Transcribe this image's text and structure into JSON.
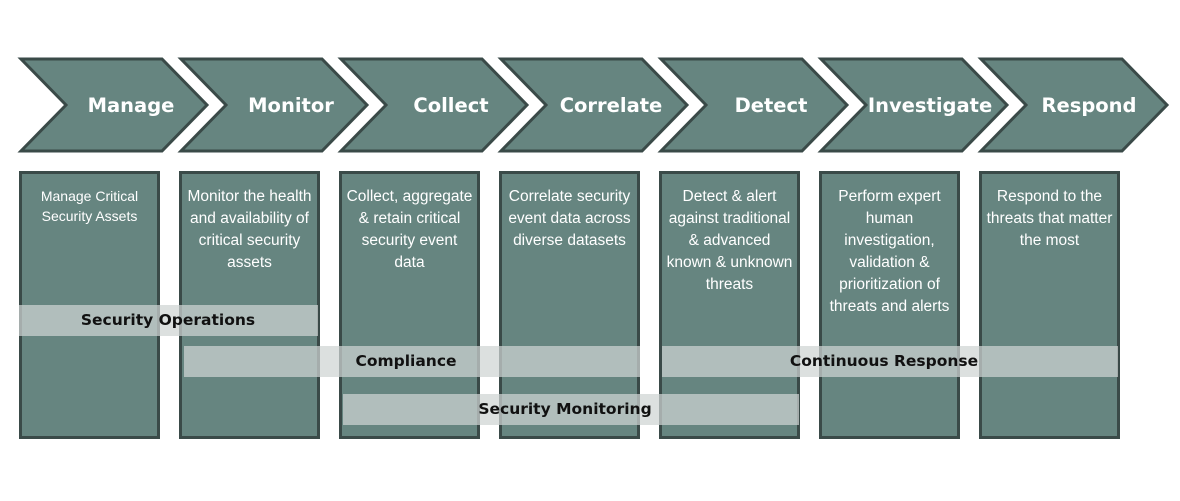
{
  "stages": [
    {
      "label": "Manage",
      "description": "Manage Critical Security Assets"
    },
    {
      "label": "Monitor",
      "description": "Monitor the health and availability of critical security assets"
    },
    {
      "label": "Collect",
      "description": "Collect, aggregate & retain critical security event data"
    },
    {
      "label": "Correlate",
      "description": "Correlate security event data across diverse datasets"
    },
    {
      "label": "Detect",
      "description": "Detect & alert against traditional & advanced known & unknown threats"
    },
    {
      "label": "Investigate",
      "description": "Perform expert human investigation, validation & prioritization of threats and alerts"
    },
    {
      "label": "Respond",
      "description": "Respond to the threats that matter the most"
    }
  ],
  "bands": {
    "security_operations": "Security Operations",
    "compliance": "Compliance",
    "continuous_response": "Continuous Response",
    "security_monitoring": "Security Monitoring"
  },
  "colors": {
    "fill": "#668580",
    "border": "#3a4a48",
    "band": "#ced4d3"
  }
}
